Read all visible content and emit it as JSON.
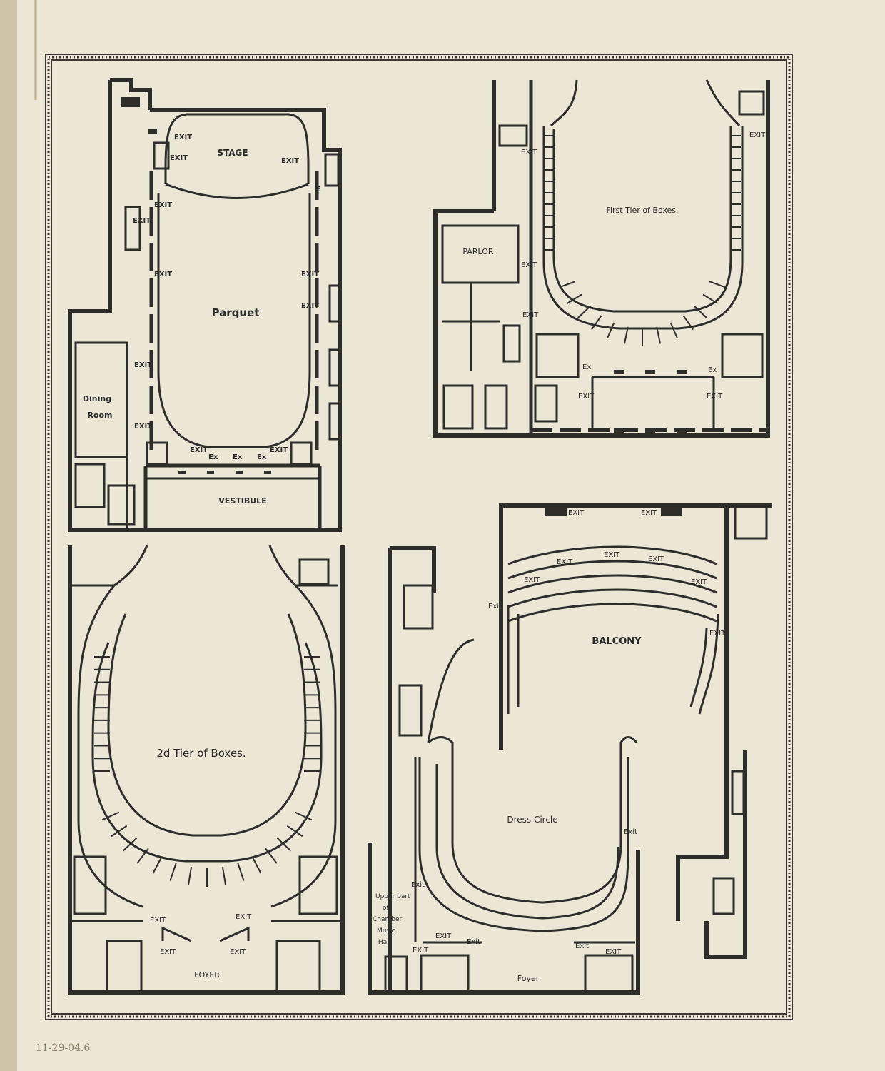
{
  "colors": {
    "paper": "#ebe6d6",
    "ink": "#2f2d2a",
    "margin": "#d9cfb9"
  },
  "handwritten_note": "11-29-04.6",
  "plans": {
    "parquet": {
      "title": "Parquet",
      "stage": "STAGE",
      "vestibule": "VESTIBULE",
      "dining": [
        "Dining",
        "Room"
      ],
      "exit": "EXIT",
      "ex": "Ex",
      "e": "E"
    },
    "first_tier": {
      "title": "First Tier of Boxes.",
      "parlor": "PARLOR",
      "exit": "EXIT",
      "ex": "Ex"
    },
    "second_tier": {
      "title": "2d Tier of Boxes.",
      "foyer": "FOYER",
      "exit": "EXIT"
    },
    "balcony": {
      "title": "BALCONY",
      "dress_circle": "Dress Circle",
      "foyer": "Foyer",
      "chamber": [
        "Upper part",
        "of",
        "Chamber",
        "Music",
        "Hall"
      ],
      "exit": "Exit",
      "exit_caps": "EXIT"
    }
  }
}
